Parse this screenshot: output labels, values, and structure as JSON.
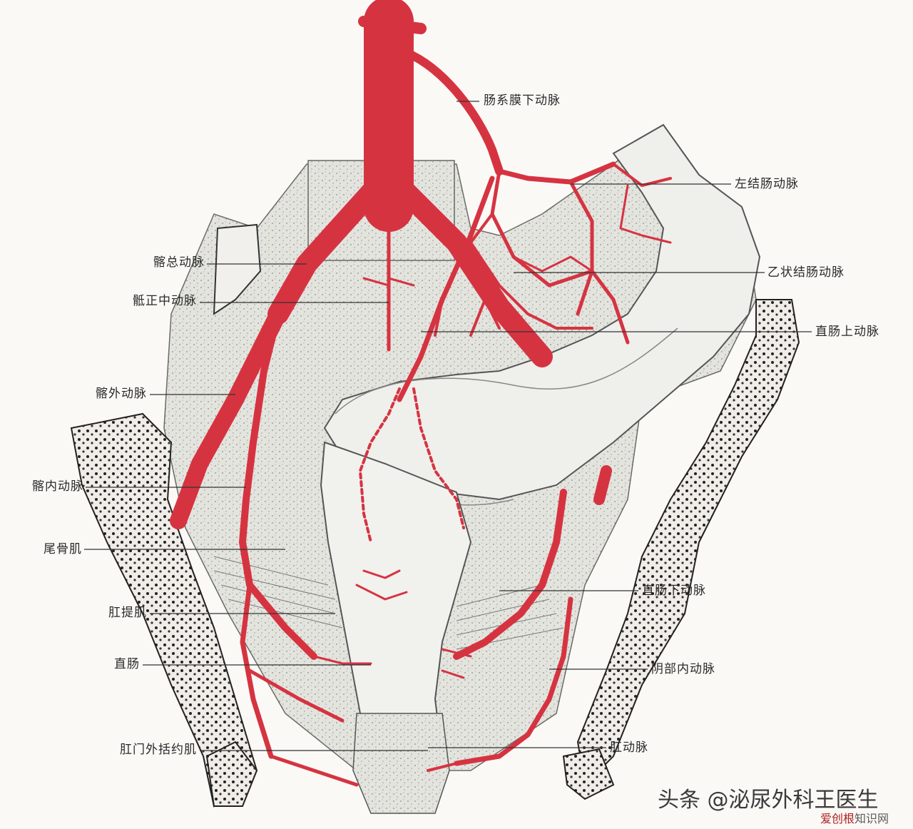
{
  "colors": {
    "artery": "#d63341",
    "artery_dark": "#a8202e",
    "tissue": "#dcdcd6",
    "bone": "#ece8e2",
    "line": "#333333",
    "background": "#fbf9f6"
  },
  "labels": {
    "inferior_mesenteric": "肠系膜下动脉",
    "left_colic": "左结肠动脉",
    "common_iliac": "髂总动脉",
    "median_sacral": "骶正中动脉",
    "sigmoid": "乙状结肠动脉",
    "superior_rectal": "直肠上动脉",
    "external_iliac": "髂外动脉",
    "internal_iliac": "髂内动脉",
    "coccygeus": "尾骨肌",
    "levator_ani": "肛提肌",
    "inferior_rectal_mid": "直肠下动脉",
    "rectum": "直肠",
    "internal_pudendal": "阴部内动脉",
    "external_sphincter": "肛门外括约肌",
    "anal_artery": "肛动脉"
  },
  "watermark": {
    "main": "头条 @泌尿外科王医生",
    "site_red": "爱创根",
    "site_rest": "知识网"
  },
  "icons": [
    "artery-tree",
    "bone-outline",
    "rectum-shape",
    "colon-shape"
  ]
}
